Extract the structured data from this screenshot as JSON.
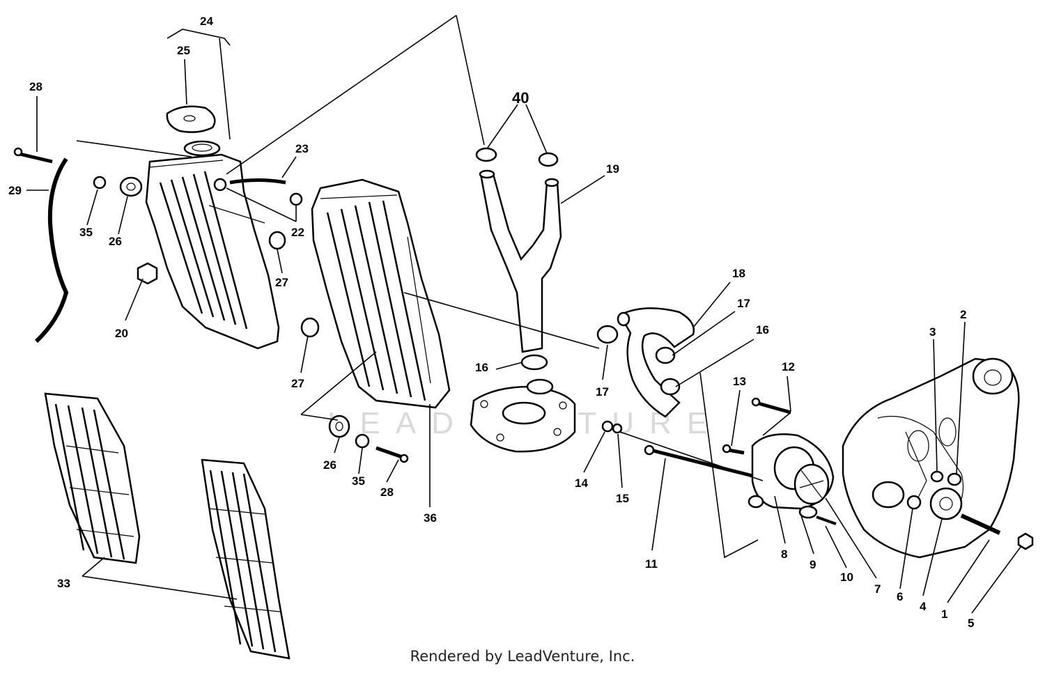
{
  "diagram": {
    "watermark": "LEADVENTURE",
    "footer": "Rendered by LeadVenture, Inc.",
    "callouts": [
      {
        "id": "c24",
        "text": "24"
      },
      {
        "id": "c25",
        "text": "25"
      },
      {
        "id": "c28a",
        "text": "28"
      },
      {
        "id": "c29",
        "text": "29"
      },
      {
        "id": "c35a",
        "text": "35"
      },
      {
        "id": "c26a",
        "text": "26"
      },
      {
        "id": "c23",
        "text": "23"
      },
      {
        "id": "c22",
        "text": "22"
      },
      {
        "id": "c27a",
        "text": "27"
      },
      {
        "id": "c20",
        "text": "20"
      },
      {
        "id": "c40",
        "text": "40"
      },
      {
        "id": "c19",
        "text": "19"
      },
      {
        "id": "c18",
        "text": "18"
      },
      {
        "id": "c17a",
        "text": "17"
      },
      {
        "id": "c16a",
        "text": "16"
      },
      {
        "id": "c17b",
        "text": "17"
      },
      {
        "id": "c16b",
        "text": "16"
      },
      {
        "id": "c27b",
        "text": "27"
      },
      {
        "id": "c26b",
        "text": "26"
      },
      {
        "id": "c35b",
        "text": "35"
      },
      {
        "id": "c28b",
        "text": "28"
      },
      {
        "id": "c36",
        "text": "36"
      },
      {
        "id": "c33",
        "text": "33"
      },
      {
        "id": "c14",
        "text": "14"
      },
      {
        "id": "c15",
        "text": "15"
      },
      {
        "id": "c13",
        "text": "13"
      },
      {
        "id": "c12",
        "text": "12"
      },
      {
        "id": "c11",
        "text": "11"
      },
      {
        "id": "c8",
        "text": "8"
      },
      {
        "id": "c9",
        "text": "9"
      },
      {
        "id": "c10",
        "text": "10"
      },
      {
        "id": "c7",
        "text": "7"
      },
      {
        "id": "c6",
        "text": "6"
      },
      {
        "id": "c4",
        "text": "4"
      },
      {
        "id": "c1",
        "text": "1"
      },
      {
        "id": "c5",
        "text": "5"
      },
      {
        "id": "c3",
        "text": "3"
      },
      {
        "id": "c2",
        "text": "2"
      }
    ]
  }
}
